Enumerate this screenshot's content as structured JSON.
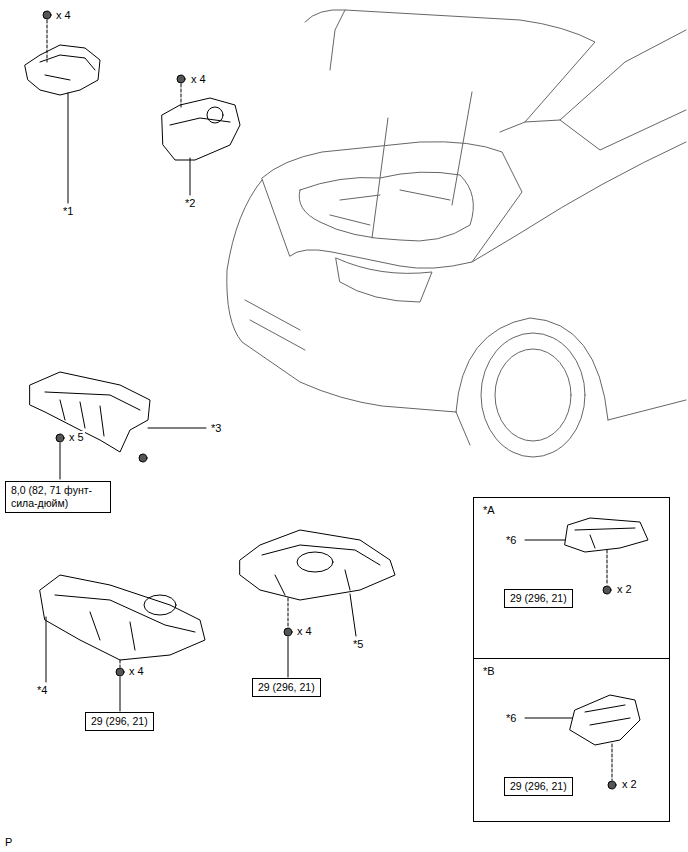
{
  "diagram": {
    "nodes": [
      {
        "text": [
          "8,0 (82, 71 фунт-сила-дюйм)"
        ]
      },
      {
        "text": [
          "29 (296, 21)"
        ]
      },
      {
        "text": [
          "29 (296, 21)"
        ]
      },
      {
        "text": [
          "*A"
        ]
      },
      {
        "text": [
          "29 (296, 21)"
        ],
        "in": 3
      },
      {
        "text": [
          "*B"
        ]
      },
      {
        "text": [
          "29 (296, 21)"
        ],
        "in": 5
      }
    ],
    "labels": [
      "x 4",
      "*1",
      "x 4",
      "*2",
      "*3",
      "x 5",
      "*4",
      "x 4",
      "*5",
      "x 4",
      "*6",
      "x 2",
      "*6",
      "x 2",
      "P"
    ]
  }
}
